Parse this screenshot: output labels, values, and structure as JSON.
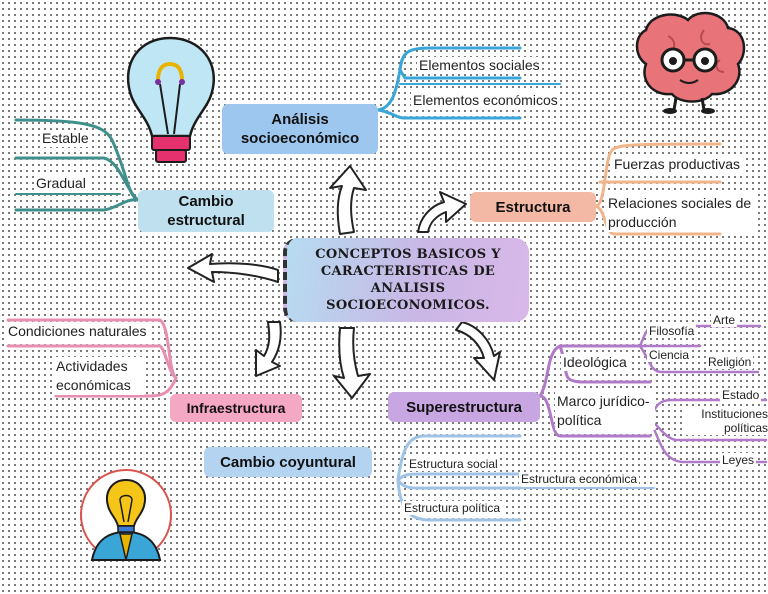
{
  "center": {
    "title": "CONCEPTOS BASICOS Y CARACTERISTICAS DE ANALISIS SOCIOECONOMICOS."
  },
  "nodes": {
    "analisis": "Análisis socioeconómico",
    "cambio_estructural": "Cambio estructural",
    "estructura": "Estructura",
    "superestructura": "Superestructura",
    "infraestructura": "Infraestructura",
    "cambio_coyuntural": "Cambio coyuntural"
  },
  "analisis_items": [
    "Elementos sociales",
    "Elementos económicos"
  ],
  "cambio_estructural_items": [
    "Estable",
    "Gradual"
  ],
  "estructura_items": [
    "Fuerzas productivas",
    "Relaciones sociales de producción"
  ],
  "infraestructura_items": [
    "Condiciones naturales",
    "Actividades económicas"
  ],
  "superestructura": {
    "ideologica": {
      "label": "Ideológica",
      "items": [
        "Arte",
        "Filosofía",
        "Ciencia",
        "Religión"
      ]
    },
    "marco": {
      "label": "Marco jurídico-política",
      "items": [
        "Estado",
        "Instituciones políticas",
        "Leyes"
      ]
    }
  },
  "cambio_coyuntural_items": [
    "Estructura social",
    "Estructura económica",
    "Estructura política"
  ],
  "colors": {
    "teal": "#3f8f8a",
    "blue": "#3aa6d8",
    "orange": "#f0b58a",
    "purple": "#b07ac8",
    "pink": "#e68fb0",
    "lightblue": "#9fc3e6",
    "bulb_pink": "#e5326e",
    "brain": "#e8747a"
  },
  "icons": [
    "lightbulb-icon",
    "brain-mascot-icon",
    "idea-person-icon",
    "arrow-icon"
  ]
}
